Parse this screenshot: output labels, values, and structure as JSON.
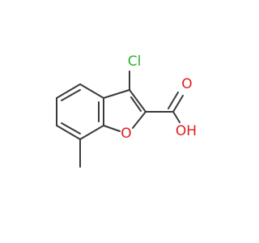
{
  "molecule": {
    "atoms": {
      "chlorine": {
        "symbol": "Cl"
      },
      "ring_oxygen": {
        "symbol": "O"
      },
      "carbonyl_oxygen": {
        "symbol": "O"
      },
      "hydroxyl": {
        "symbol": "OH"
      }
    },
    "colors": {
      "bond": "#3a3a3a",
      "chlorine": "#2bb32b",
      "oxygen": "#e11c1c",
      "background": "#ffffff"
    }
  }
}
